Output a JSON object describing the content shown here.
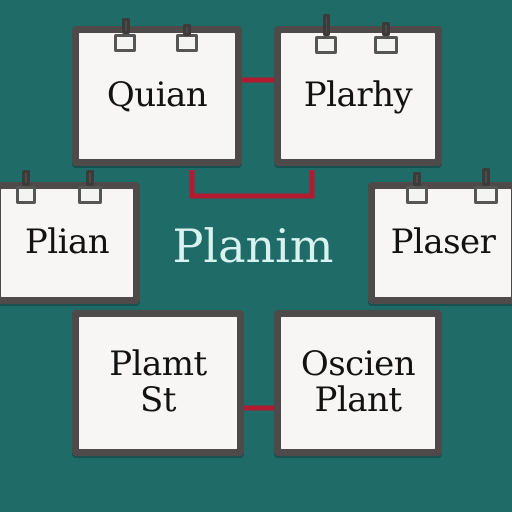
{
  "diagram": {
    "center_label": "Planim",
    "cards": [
      {
        "id": "top-left",
        "label": "Quian"
      },
      {
        "id": "top-right",
        "label": "Plarhy"
      },
      {
        "id": "mid-left",
        "label": "Plian"
      },
      {
        "id": "mid-right",
        "label": "Plaser"
      },
      {
        "id": "bottom-left",
        "label": "Plamt\nSt"
      },
      {
        "id": "bottom-right",
        "label": "Oscien\nPlant"
      }
    ]
  },
  "colors": {
    "background": "#1f6b68",
    "connector": "#b3192f",
    "card_border": "#4e4a4a",
    "card_fill": "#f7f6f4"
  }
}
